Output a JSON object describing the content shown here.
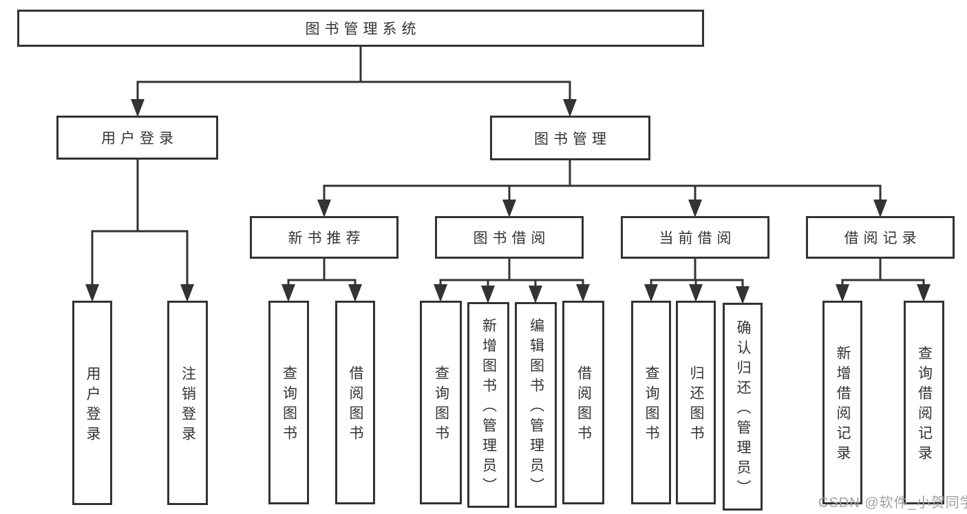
{
  "diagram": {
    "root": {
      "label": "图书管理系统"
    },
    "branches": [
      {
        "label": "用户登录",
        "children": [
          {
            "label": "用户登录"
          },
          {
            "label": "注销登录"
          }
        ]
      },
      {
        "label": "图书管理",
        "children": [
          {
            "label": "新书推荐",
            "children": [
              {
                "label": "查询图书"
              },
              {
                "label": "借阅图书"
              }
            ]
          },
          {
            "label": "图书借阅",
            "children": [
              {
                "label": "查询图书"
              },
              {
                "label": "新增图书（管理员）"
              },
              {
                "label": "编辑图书（管理员）"
              },
              {
                "label": "借阅图书"
              }
            ]
          },
          {
            "label": "当前借阅",
            "children": [
              {
                "label": "查询图书"
              },
              {
                "label": "归还图书"
              },
              {
                "label": "确认归还（管理员）"
              }
            ]
          },
          {
            "label": "借阅记录",
            "children": [
              {
                "label": "新增借阅记录"
              },
              {
                "label": "查询借阅记录"
              }
            ]
          }
        ]
      }
    ]
  },
  "watermark": {
    "text": "CSDN @软件_小贺同学"
  },
  "colors": {
    "line": "#333333",
    "box_border": "#333333",
    "text": "#333333",
    "background": "#ffffff",
    "watermark": "#9da1a4"
  }
}
